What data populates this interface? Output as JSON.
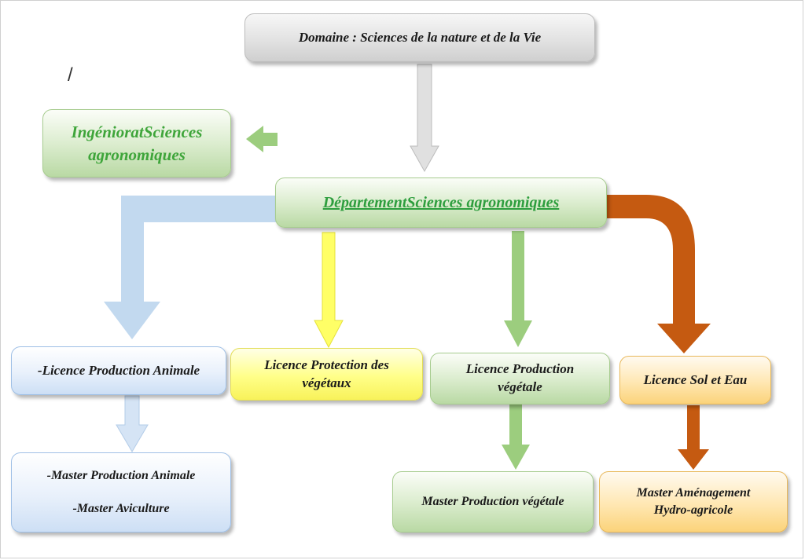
{
  "colors": {
    "grey_arrow": "#d9d9d9",
    "green_arrow": "#9ccd7e",
    "blue_arrow": "#c2d9ef",
    "yellow_arrow": "#ffff66",
    "orange_arrow": "#c55a11",
    "title_green": "#2e9e3e"
  },
  "stray_mark": "/",
  "domain_box": {
    "label": "Domaine : Sciences de la nature et de la Vie"
  },
  "ingeniorat_box": {
    "line1": "IngénioratSciences",
    "line2": "agronomiques"
  },
  "departement_box": {
    "label": "DépartementSciences agronomiques"
  },
  "licences": {
    "animale": {
      "label": "-Licence Production Animale"
    },
    "protection": {
      "line1": "Licence Protection des",
      "line2": "végétaux"
    },
    "vegetale": {
      "line1": "Licence Production",
      "line2": "végétale"
    },
    "sol_eau": {
      "label": "Licence Sol et Eau"
    }
  },
  "masters": {
    "animale": {
      "line1": "-Master Production Animale",
      "line2": "-Master Aviculture"
    },
    "vegetale": {
      "label": "Master Production végétale"
    },
    "amenagement": {
      "line1": "Master Aménagement",
      "line2": "Hydro-agricole"
    }
  }
}
